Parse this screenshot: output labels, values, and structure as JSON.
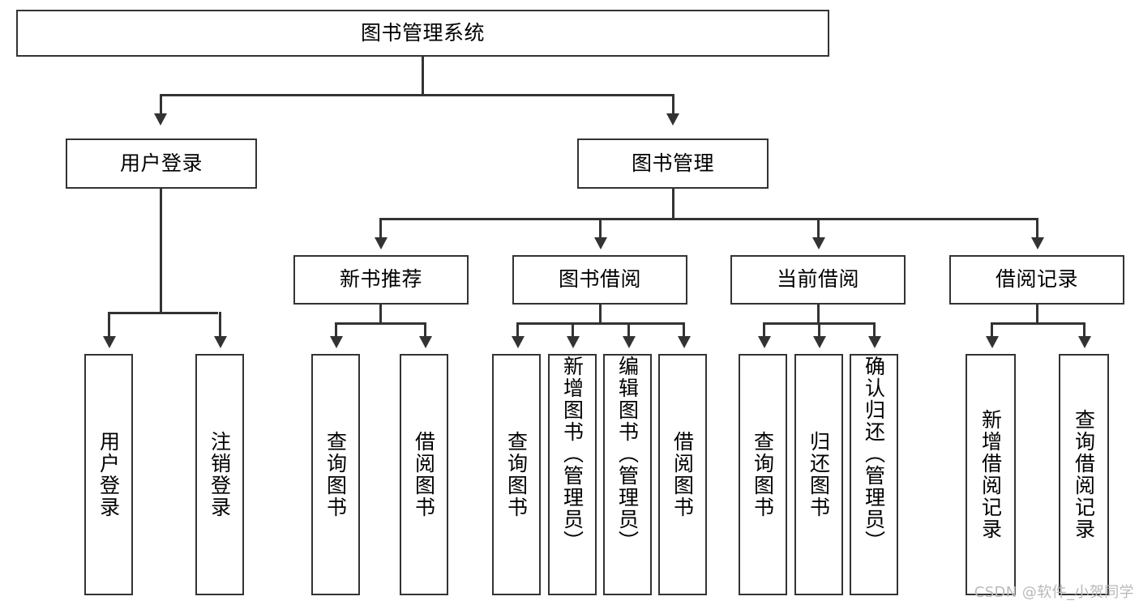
{
  "diagram": {
    "type": "tree",
    "title": "图书管理系统",
    "orientation": "top-down",
    "colors": {
      "box_border": "#333333",
      "box_fill": "#ffffff",
      "line": "#333333",
      "text": "#000000",
      "watermark": "#b9b9b9"
    },
    "root": {
      "label": "图书管理系统"
    },
    "level2": [
      {
        "label": "用户登录"
      },
      {
        "label": "图书管理"
      }
    ],
    "level3": [
      {
        "label": "新书推荐"
      },
      {
        "label": "图书借阅"
      },
      {
        "label": "当前借阅"
      },
      {
        "label": "借阅记录"
      }
    ],
    "leaves": {
      "user_login": [
        {
          "label": "用户登录"
        },
        {
          "label": "注销登录"
        }
      ],
      "new_book_recommend": [
        {
          "label": "查询图书"
        },
        {
          "label": "借阅图书"
        }
      ],
      "book_borrow": [
        {
          "label": "查询图书"
        },
        {
          "label": "新增图书（管理员）"
        },
        {
          "label": "编辑图书（管理员）"
        },
        {
          "label": "借阅图书"
        }
      ],
      "current_borrow": [
        {
          "label": "查询图书"
        },
        {
          "label": "归还图书"
        },
        {
          "label": "确认归还（管理员）"
        }
      ],
      "borrow_record": [
        {
          "label": "新增借阅记录"
        },
        {
          "label": "查询借阅记录"
        }
      ]
    }
  },
  "watermark": {
    "text": "CSDN @软件_小贺同学"
  }
}
